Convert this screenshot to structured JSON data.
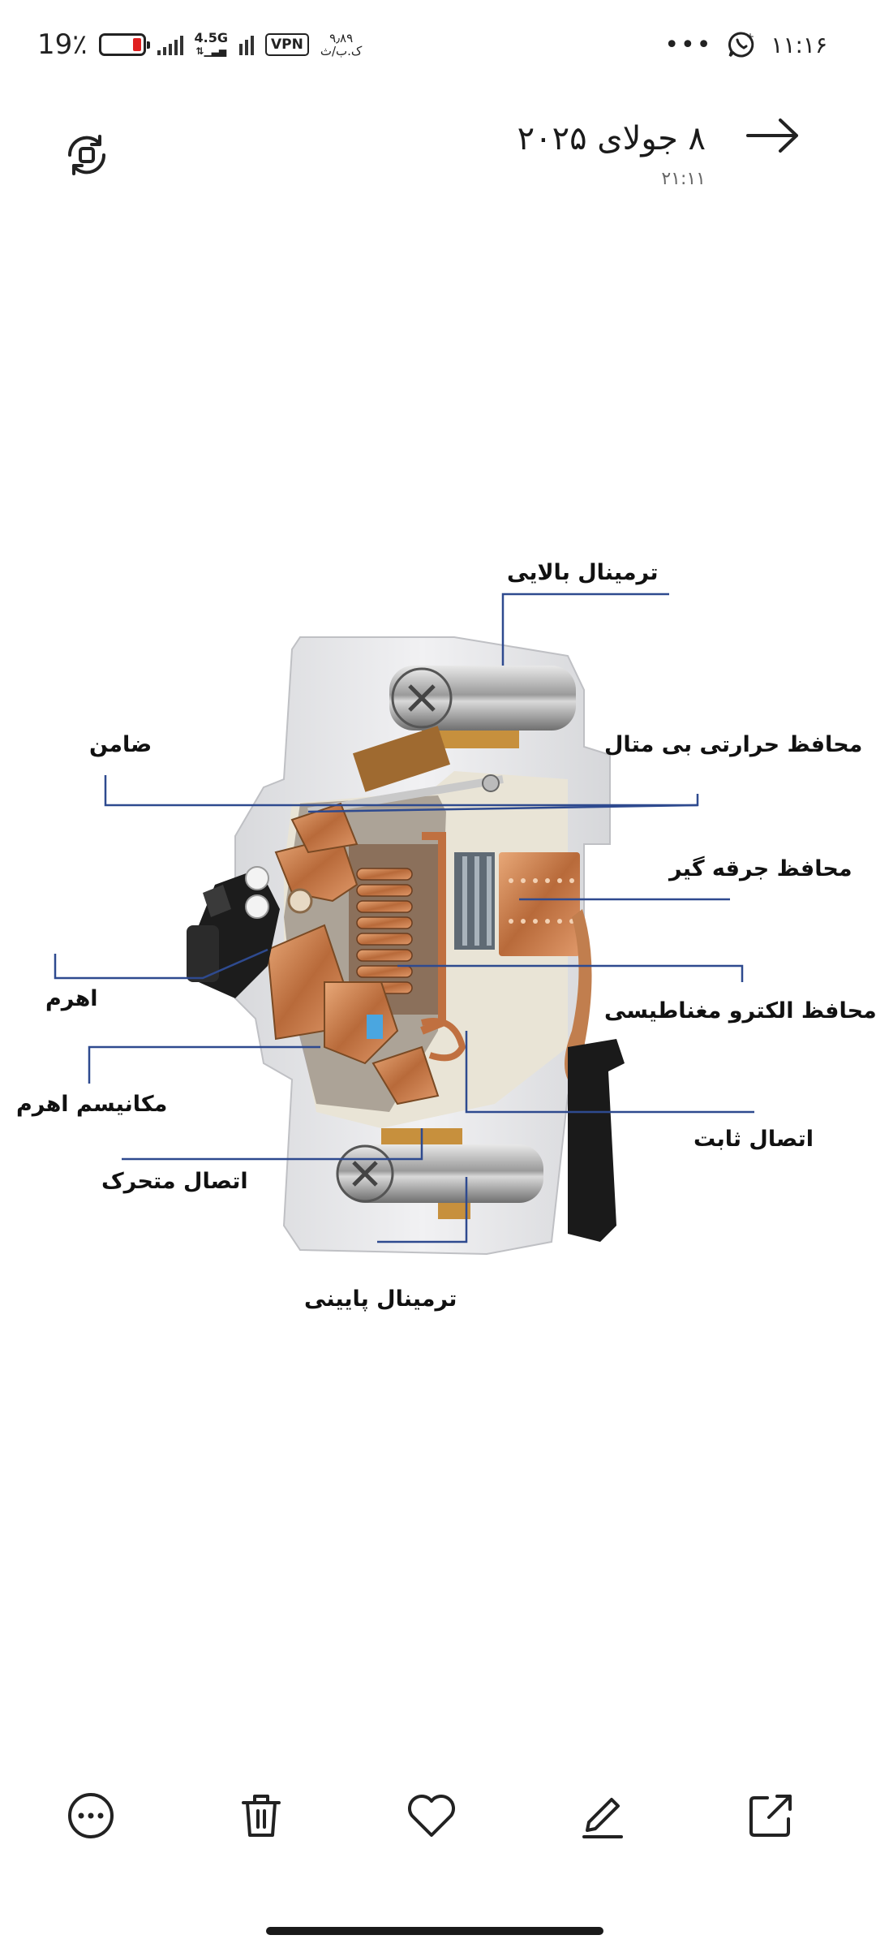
{
  "status_bar": {
    "battery_percent": "19٪",
    "network_type": "4.5G",
    "vpn": "VPN",
    "speed_value": "۹٫۸۹",
    "speed_unit": "ک.ب/ث",
    "more": "•••",
    "time": "۱۱:۱۶"
  },
  "header": {
    "title": "۸ جولای ۲۰۲۵",
    "subtitle": "۲۱:۱۱"
  },
  "diagram": {
    "labels": {
      "top_terminal": "ترمینال بالایی",
      "bimetal": "محافظ حرارتی بی متال",
      "guarantor": "ضامن",
      "arc_chute": "محافظ جرقه گیر",
      "lever": "اهرم",
      "electromagnetic": "محافظ الکترو مغناطیسی",
      "lever_mechanism": "مکانیسم اهرم",
      "fixed_contact": "اتصال ثابت",
      "moving_contact": "اتصال متحرک",
      "bottom_terminal": "ترمینال پایینی"
    },
    "leader_color": "#2e4a8f"
  },
  "toolbar": {
    "icons": [
      "more-icon",
      "delete-icon",
      "favorite-icon",
      "edit-icon",
      "share-icon"
    ]
  }
}
